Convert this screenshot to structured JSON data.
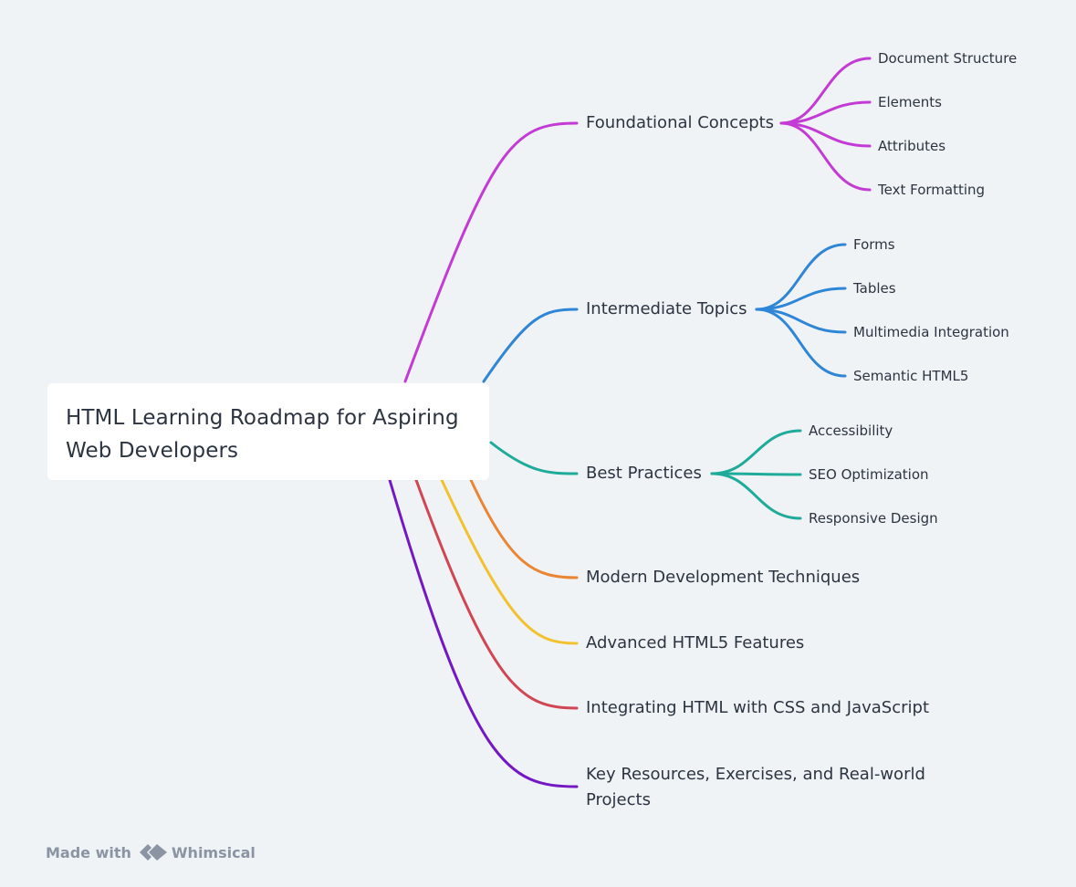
{
  "root": {
    "title": "HTML Learning Roadmap for Aspiring Web Developers"
  },
  "branches": [
    {
      "label": "Foundational Concepts",
      "color": "#c33bd4",
      "children": [
        "Document Structure",
        "Elements",
        "Attributes",
        "Text Formatting"
      ]
    },
    {
      "label": "Intermediate Topics",
      "color": "#2f86d6",
      "children": [
        "Forms",
        "Tables",
        "Multimedia Integration",
        "Semantic HTML5"
      ]
    },
    {
      "label": "Best Practices",
      "color": "#1fab9a",
      "children": [
        "Accessibility",
        "SEO Optimization",
        "Responsive Design"
      ]
    },
    {
      "label": "Modern Development Techniques",
      "color": "#ea8533",
      "children": []
    },
    {
      "label": "Advanced HTML5 Features",
      "color": "#f2c12e",
      "children": []
    },
    {
      "label": "Integrating HTML with CSS and JavaScript",
      "color": "#d14653",
      "children": []
    },
    {
      "label": "Key Resources, Exercises, and Real-world Projects",
      "color": "#7418c4",
      "children": []
    }
  ],
  "footer": {
    "made_with": "Made with",
    "brand": "Whimsical",
    "logo_icon": "whimsical-logo-icon"
  }
}
